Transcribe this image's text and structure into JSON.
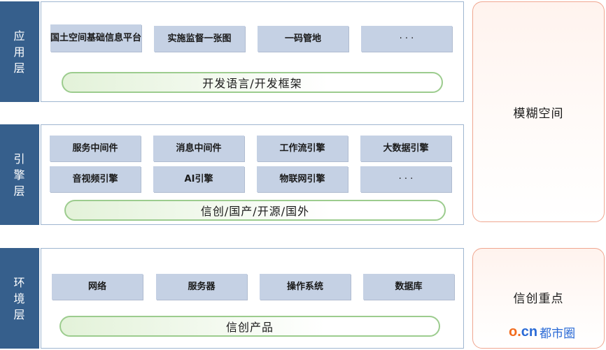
{
  "layers": {
    "app": {
      "label": [
        "应",
        "用",
        "层"
      ]
    },
    "engine": {
      "label": [
        "引",
        "擎",
        "层"
      ]
    },
    "env": {
      "label": [
        "环",
        "境",
        "层"
      ]
    }
  },
  "app": {
    "boxes": [
      "国土空间基础信息平台",
      "实施监督一张图",
      "一码管地",
      "· · ·"
    ],
    "pill": "开发语言/开发框架"
  },
  "engine": {
    "row1": [
      "服务中间件",
      "消息中间件",
      "工作流引擎",
      "大数据引擎"
    ],
    "row2": [
      "音视频引擎",
      "AI引擎",
      "物联网引擎",
      "· · ·"
    ],
    "pill": "信创/国产/开源/国外"
  },
  "env": {
    "boxes": [
      "网络",
      "服务器",
      "操作系统",
      "数据库"
    ],
    "pill": "信创产品"
  },
  "side": {
    "top": "模糊空间",
    "bottom": "信创重点"
  },
  "logo": {
    "mark_o": "o.",
    "mark_cn": "cn",
    "text": "都市圈"
  }
}
